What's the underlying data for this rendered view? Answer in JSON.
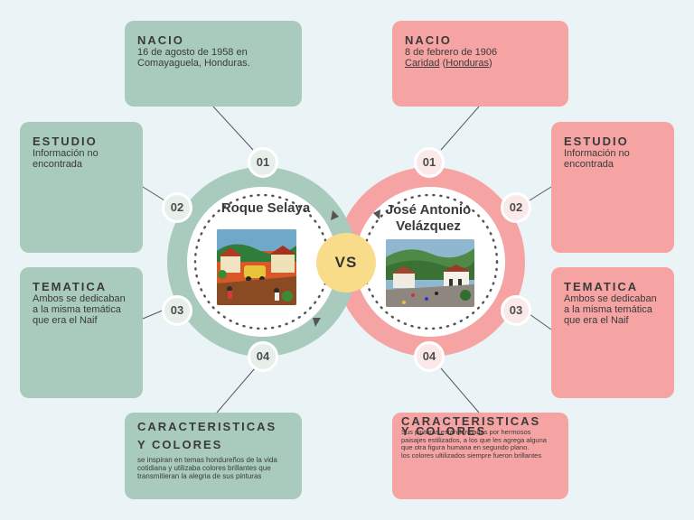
{
  "left": {
    "name": "Roque Selaya",
    "nacio": {
      "title": "NACIO",
      "text": "16 de agosto de 1958 en Comayaguela, Honduras."
    },
    "estudio": {
      "title": "ESTUDIO",
      "text": "Información no encontrada"
    },
    "tematica": {
      "title": "TEMATICA",
      "text": "Ambos se dedicaban a la misma temática que era el Naif"
    },
    "caracteristicas": {
      "title_line1": "CARACTERISTICAS",
      "title_line2": "Y COLORES",
      "text": "se inspiran en temas hondureños de la vida cotidiana y utilizaba colores brillantes que transmitieran la alegria de sus pinturas"
    },
    "badges": [
      "01",
      "02",
      "03",
      "04"
    ]
  },
  "right": {
    "name_line1": "José Antonio",
    "name_line2": "Velázquez",
    "nacio": {
      "title": "NACIO",
      "text_line1": "8 de febrero de 1906",
      "place": "Caridad",
      "paren_open": " (",
      "country": "Honduras",
      "paren_close": ")"
    },
    "estudio": {
      "title": "ESTUDIO",
      "text": "Información no encontrada"
    },
    "tematica": {
      "title": "TEMATICA",
      "text": "Ambos se dedicaban a la misma temática que era el Naif"
    },
    "caracteristicas": {
      "title_line1": "CARACTERISTICAS",
      "title_line2": "Y COLORES",
      "text1": "Sus pinturas están formadas por hermosos paisajes estilizados, a los que les agrega alguna que otra figura humana en segundo plano.",
      "text2": "los colores ultilizados siempre fueron brillantes"
    },
    "badges": [
      "01",
      "02",
      "03",
      "04"
    ]
  },
  "center": {
    "vs": "VS"
  },
  "colors": {
    "green": "#a8cbbd",
    "pink": "#f6a3a3",
    "yellow": "#f8dc8a",
    "background": "#eaf3f5"
  }
}
